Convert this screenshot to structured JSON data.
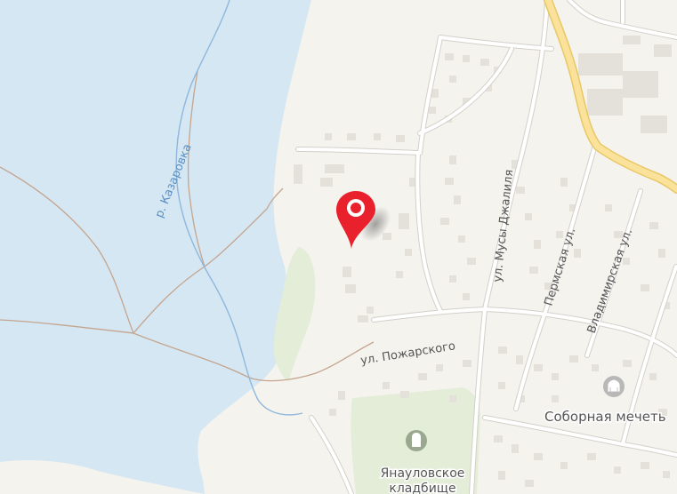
{
  "map": {
    "colors": {
      "water": "#d5e7f3",
      "land": "#f5f3ee",
      "park": "#e4edd8",
      "road": "#ffffff",
      "road_outline": "#d3d0c9",
      "highway": "#fbe29a",
      "highway_outline": "#e8c766",
      "river": "#8fb7dd",
      "trail": "#c4a58f",
      "building": "#e4e1da",
      "marker": "#e8212c"
    },
    "labels": {
      "river": "р. Казаровка",
      "street_musy_jalilya": "ул. Мусы Джалиля",
      "street_permskaya": "Пермская ул.",
      "street_vladimirskaya": "Владимирская ул.",
      "street_pozharskogo": "ул. Пожарского",
      "poi_mosque": "Соборная мечеть",
      "poi_cemetery_line1": "Янауловское",
      "poi_cemetery_line2": "кладбище"
    },
    "icons": {
      "marker": "location-pin-icon",
      "mosque": "mosque-icon",
      "cemetery": "cemetery-icon"
    }
  }
}
